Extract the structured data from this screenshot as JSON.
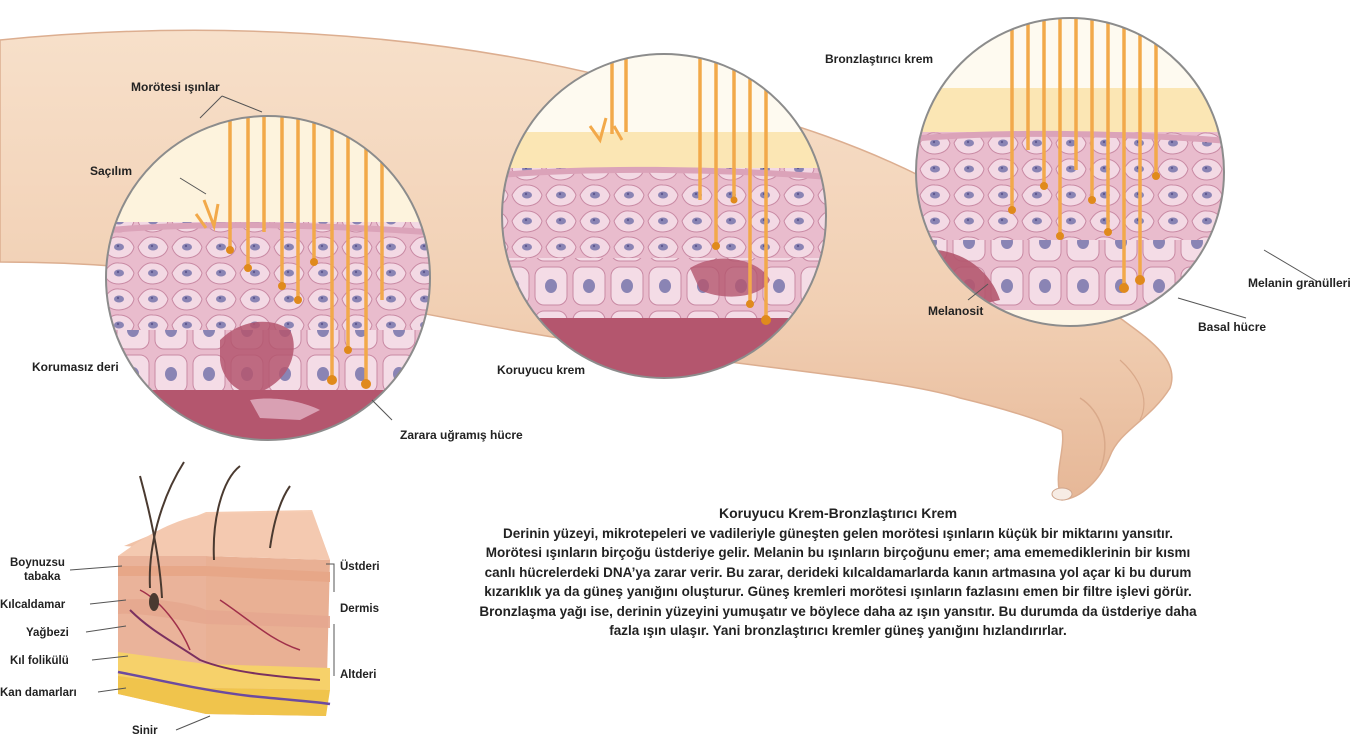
{
  "labels": {
    "ultraviolet_rays": "Morötesi ışınlar",
    "scattering": "Saçılım",
    "unprotected_skin": "Korumasız deri",
    "damaged_cell": "Zarara uğramış hücre",
    "protective_cream": "Koruyucu krem",
    "tanning_cream": "Bronzlaştırıcı krem",
    "melanocyte": "Melanosit",
    "melanin_granules": "Melanin granülleri",
    "basal_cell": "Basal hücre",
    "stratum_corneum_1": "Boynuzsu",
    "stratum_corneum_2": "tabaka",
    "capillary": "Kılcaldamar",
    "sebaceous_gland": "Yağbezi",
    "hair_follicle": "Kıl folikülü",
    "blood_vessels": "Kan damarları",
    "nerve": "Sinir",
    "epidermis": "Üstderi",
    "dermis": "Dermis",
    "hypodermis": "Altderi"
  },
  "caption": {
    "title": "Koruyucu Krem-Bronzlaştırıcı Krem",
    "body": "Derinin yüzeyi, mikrotepeleri ve vadileriyle güneşten gelen morötesi ışınların küçük bir miktarını yansıtır. Morötesi ışınların birçoğu üstderiye gelir. Melanin bu ışınların birçoğunu emer; ama ememediklerinin bir kısmı canlı hücrelerdeki DNA’ya zarar verir. Bu zarar, derideki kılcaldamarlarda kanın artmasına yol açar ki bu durum kızarıklık ya da güneş yanığını oluşturur. Güneş kremleri morötesi ışınların fazlasını emen bir filtre işlevi görür. Bronzlaşma yağı ise, derinin yüzeyini yumuşatır ve böylece daha az ışın yansıtır. Bu durumda da üstderiye daha fazla ışın ulaşır. Yani bronzlaştırıcı kremler güneş yanığını hızlandırırlar."
  },
  "colors": {
    "arm_skin": "#f3d5bb",
    "arm_edge": "#d9a98a",
    "uv_ray": "#f2a94a",
    "cream_layer": "#fbe6b4",
    "epidermis_pink": "#e6b3c7",
    "cell_fill": "#f1d3df",
    "nucleus": "#8a84b4",
    "dermis_dark": "#b4566e",
    "leader_line": "#555555"
  }
}
